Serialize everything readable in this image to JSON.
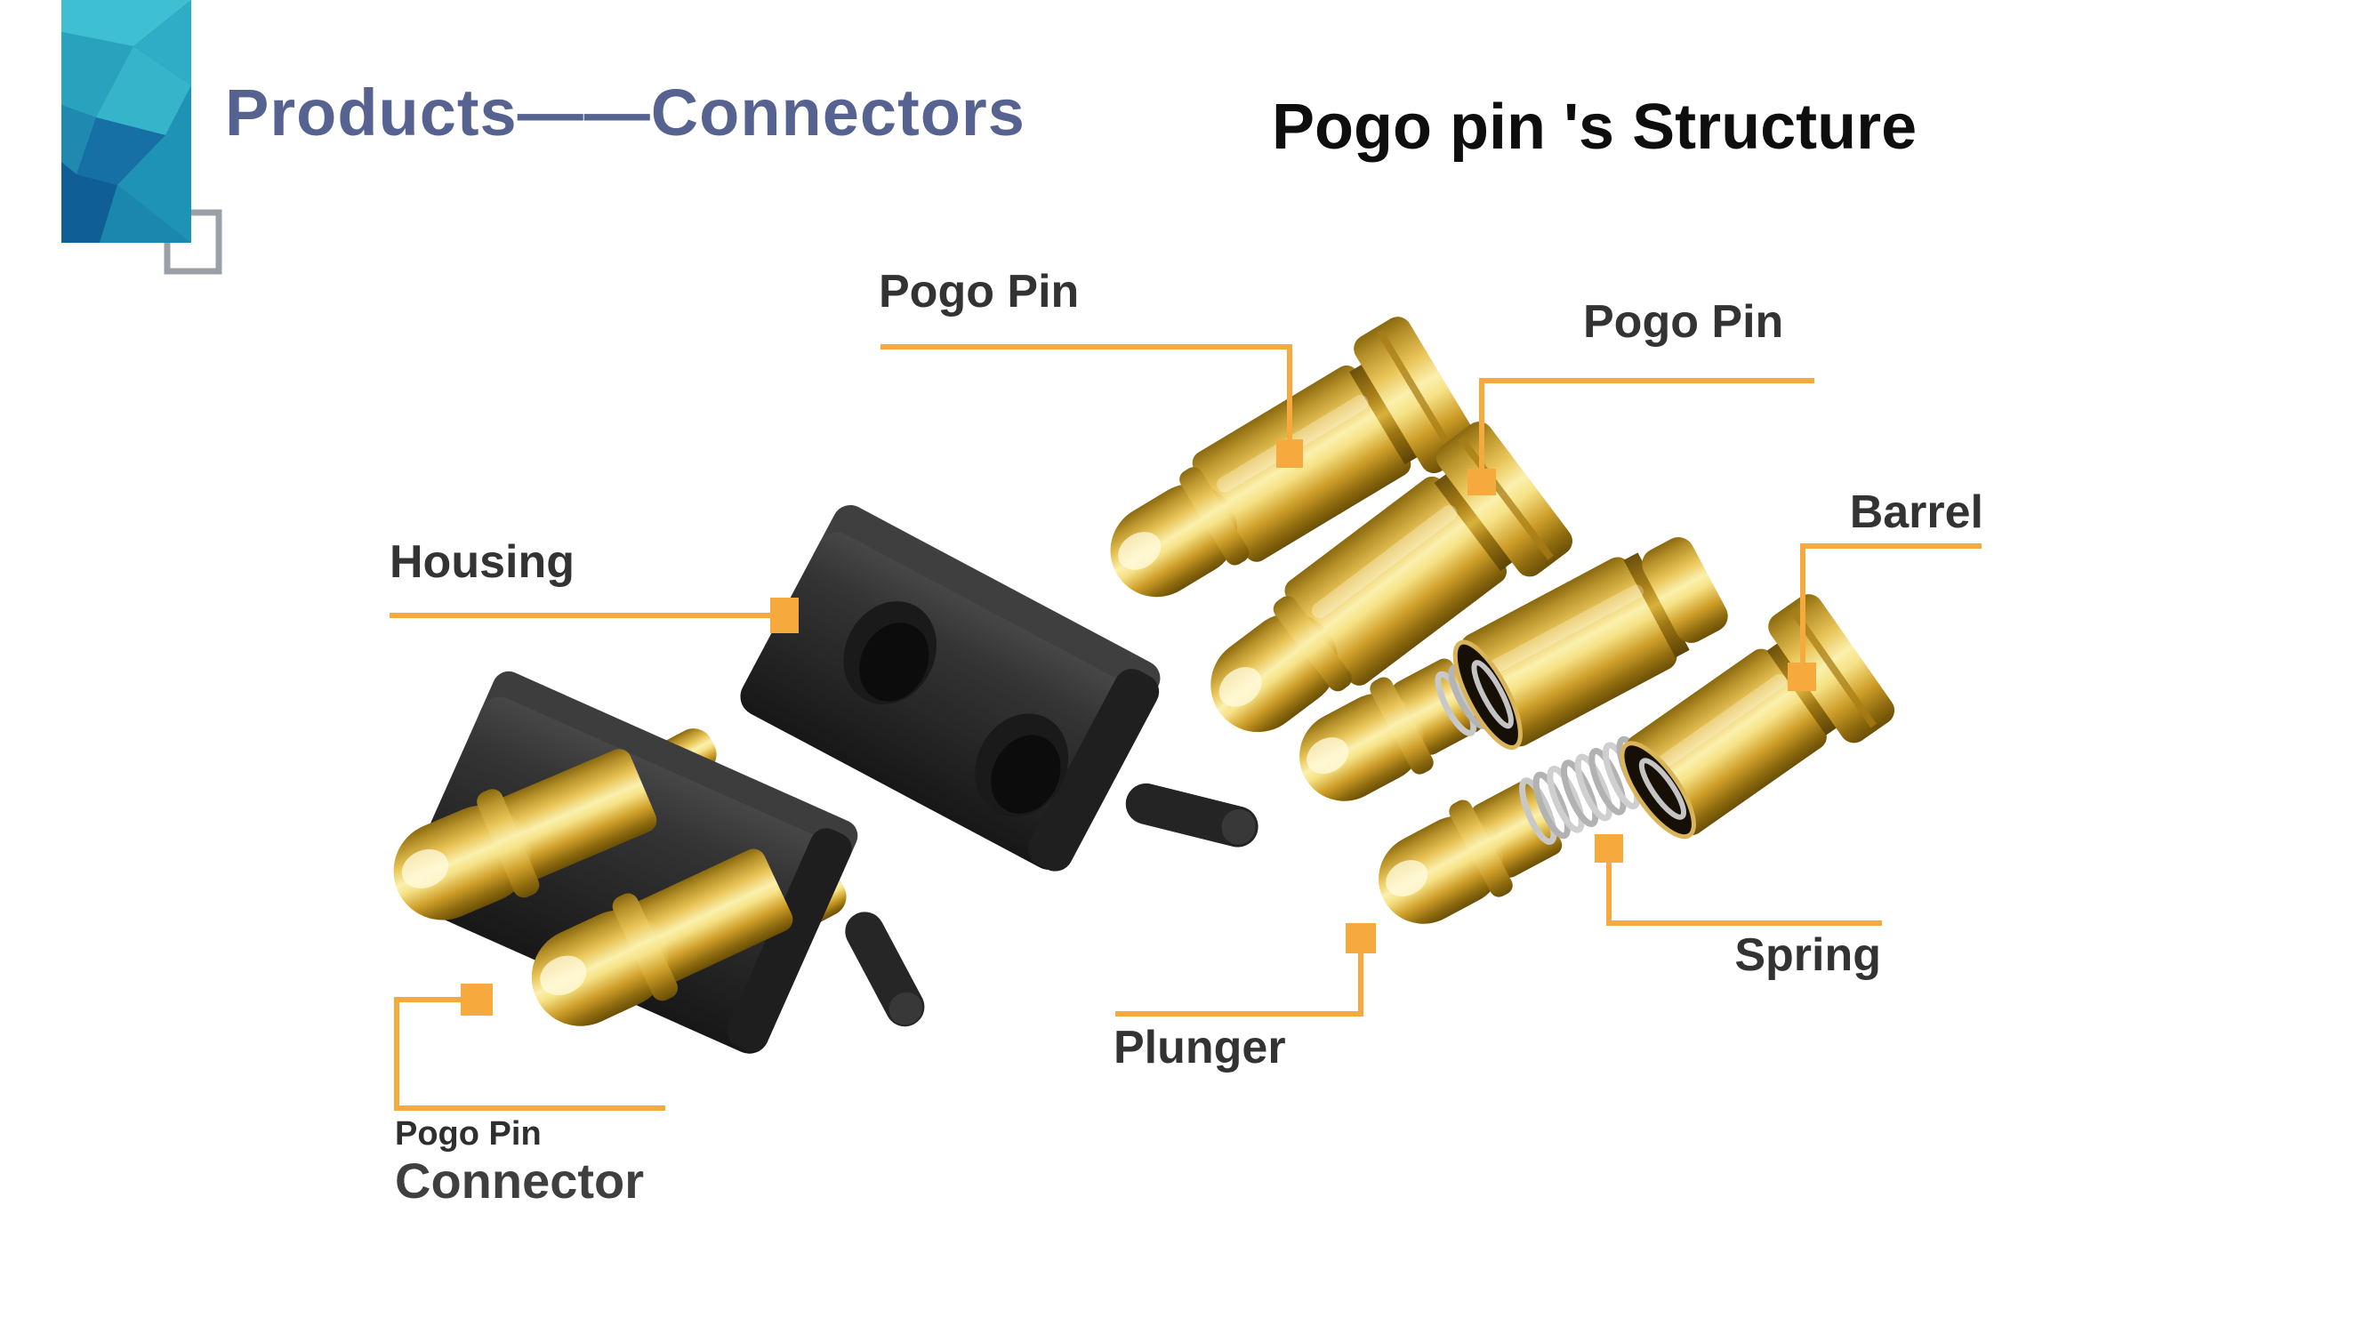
{
  "header": {
    "breadcrumb": "Products——Connectors",
    "title": "Pogo pin 's Structure"
  },
  "callouts": {
    "pogo_pin_top": {
      "text": "Pogo Pin"
    },
    "pogo_pin_right": {
      "text": "Pogo Pin"
    },
    "housing": {
      "text": "Housing"
    },
    "barrel": {
      "text": "Barrel"
    },
    "spring": {
      "text": "Spring"
    },
    "plunger": {
      "text": "Plunger"
    },
    "connector": {
      "line1": "Pogo Pin",
      "line2": "Connector"
    }
  },
  "colors": {
    "background": "#FFFFFF",
    "accent_orange": "#F6A93C",
    "breadcrumb_blue": "#56628F",
    "title_black": "#0E0E0E",
    "label_gray": "#333333",
    "pin_gold": "#E9C558",
    "part_black": "#2E2E2E",
    "spring_silver": "#C8C8C8",
    "logo_teal": "#2FACC6"
  }
}
